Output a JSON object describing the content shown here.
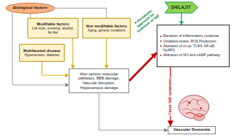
{
  "diagram": {
    "nodes": [
      {
        "text": [
          "Biological factors"
        ]
      },
      {
        "text": [
          "Modifiable factors",
          "Life style, smoking, alcohol, fat diet"
        ]
      },
      {
        "text": [
          "Non modifiable factors",
          "Aging, genetic mutations"
        ]
      },
      {
        "text": [
          "Multifaceted disease",
          "Hypertension, diabetes"
        ]
      },
      {
        "text": [
          "Alter various molecular pathways, BBB damage, Vascular disruption, Hippocampus damage"
        ]
      },
      {
        "text": [
          "SHILAJIT"
        ]
      },
      {
        "text": [
          "Elevation of inflammatory cytokines",
          "Oxidative stress, ROS Production",
          "Alteration of m-tor, TLR4, NF-κB, NLRP3",
          "Alteration of NO and cAMP pathway"
        ]
      },
      {
        "text": [
          "Vascular Dementia"
        ]
      }
    ],
    "edges": [
      {
        "from": 0,
        "to": 1,
        "arrow": "none"
      },
      {
        "from": 0,
        "to": 2,
        "arrow": "none"
      },
      {
        "from": 0,
        "to": 4,
        "arrow": "to"
      },
      {
        "from": 1,
        "to": 4,
        "arrow": "to"
      },
      {
        "from": 2,
        "to": 4,
        "arrow": "to"
      },
      {
        "from": 3,
        "to": 4,
        "arrow": "to"
      },
      {
        "from": 4,
        "to": 6,
        "arrow": "to"
      },
      {
        "from": 4,
        "to": 7,
        "arrow": "to"
      },
      {
        "from": 5,
        "to": 6,
        "arrow": "to"
      },
      {
        "from": 6,
        "to": 7,
        "label": "Cause VaD symptoms",
        "arrow": "to"
      }
    ],
    "labels": [
      "A therapeutic approach for treatment of VaD"
    ]
  }
}
